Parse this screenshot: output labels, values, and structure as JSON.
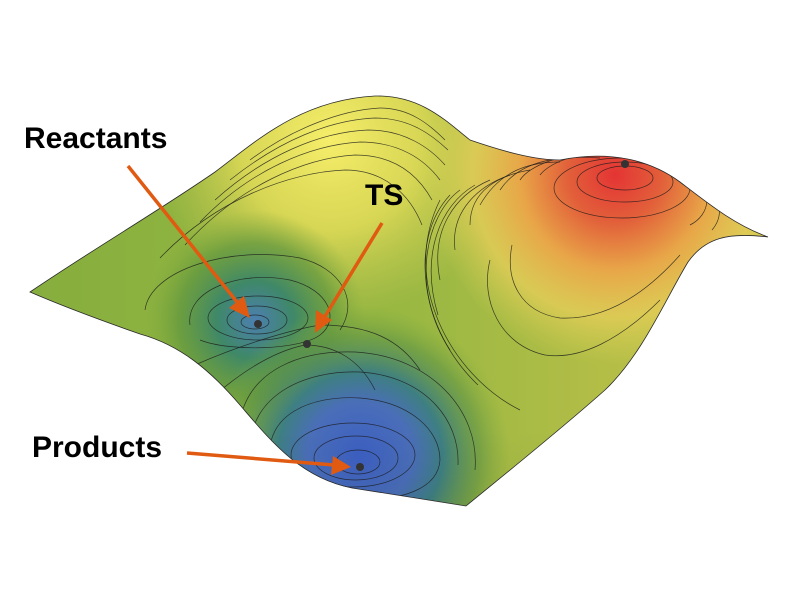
{
  "labels": {
    "reactants": "Reactants",
    "ts": "TS",
    "products": "Products"
  },
  "colors": {
    "arrow": "#E05A12",
    "point": "#333333",
    "contour": "#1a1a1a",
    "surface_low": "#3F5FB8",
    "surface_mid": "#7FA83C",
    "surface_high": "#F0E060",
    "surface_peak": "#E23A3A"
  },
  "icons": {
    "arrow": "arrow-icon",
    "point": "point-icon"
  }
}
